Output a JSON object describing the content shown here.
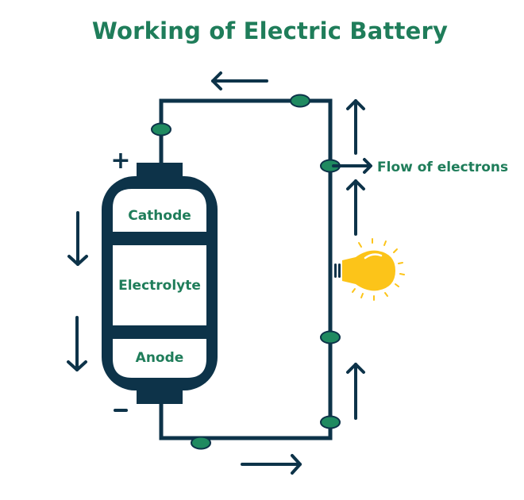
{
  "title": "Working of Electric Battery",
  "colors": {
    "wire": "#0d3349",
    "text_green": "#1f7d5a",
    "node_fill": "#1f8a60",
    "bulb": "#fcc419",
    "background": "#ffffff"
  },
  "battery": {
    "positive_sign": "+",
    "negative_sign": "−",
    "sections": {
      "cathode": "Cathode",
      "electrolyte": "Electrolyte",
      "anode": "Anode"
    }
  },
  "labels": {
    "flow": "Flow of electrons"
  },
  "icons": {
    "bulb": "light-bulb-icon",
    "arrow_left": "arrow-left-icon",
    "arrow_right": "arrow-right-icon",
    "arrow_up": "arrow-up-icon",
    "arrow_down": "arrow-down-icon"
  }
}
